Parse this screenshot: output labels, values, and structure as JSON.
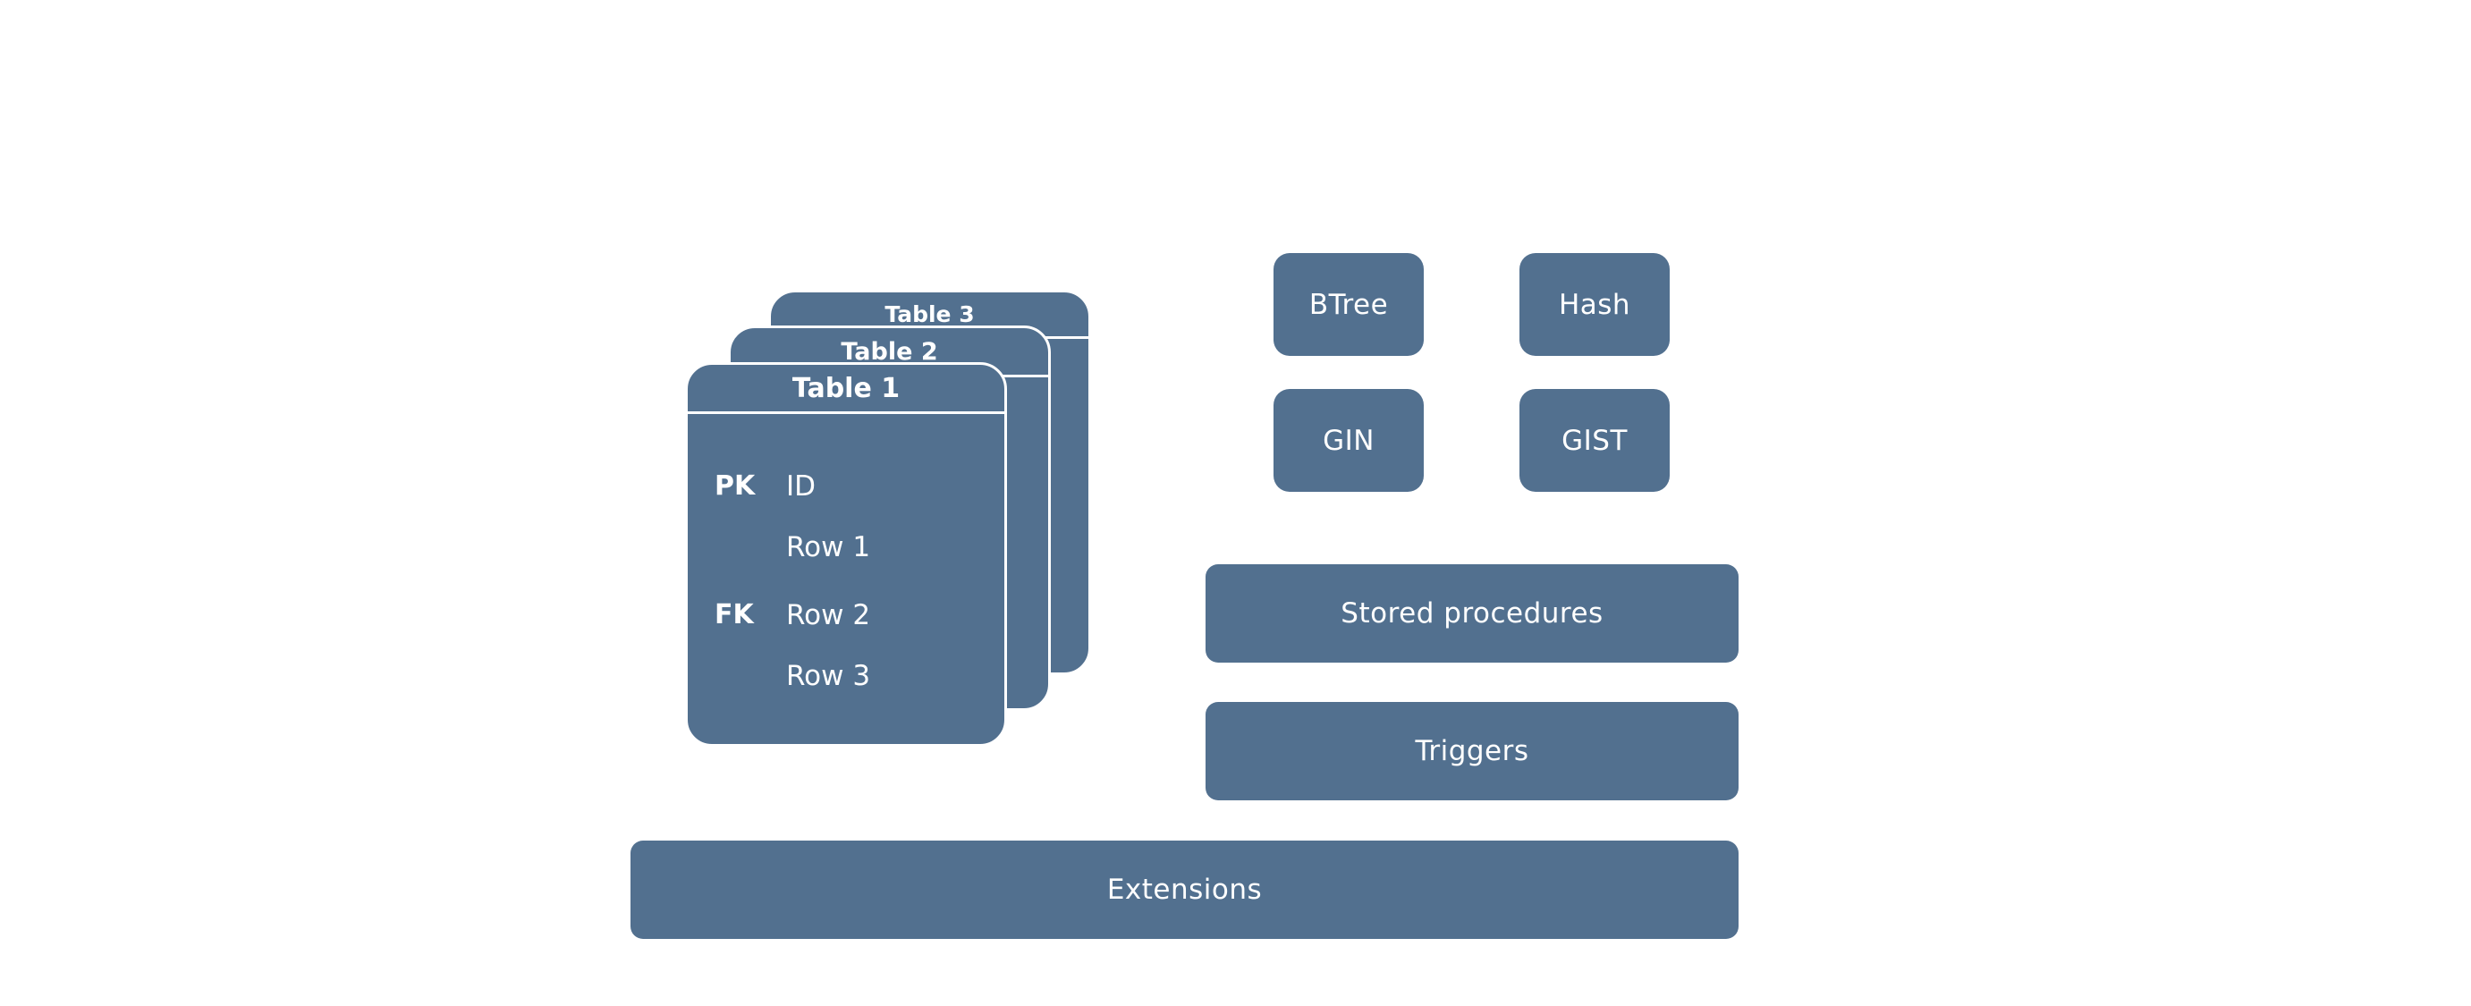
{
  "tables": [
    {
      "title": "Table 3"
    },
    {
      "title": "Table 2"
    },
    {
      "title": "Table 1",
      "rows": [
        {
          "key": "PK",
          "label": "ID"
        },
        {
          "key": "",
          "label": "Row 1"
        },
        {
          "key": "FK",
          "label": "Row 2"
        },
        {
          "key": "",
          "label": "Row 3"
        }
      ]
    }
  ],
  "indexes": [
    "BTree",
    "Hash",
    "GIN",
    "GIST"
  ],
  "stored_procedures": "Stored procedures",
  "triggers": "Triggers",
  "extensions": "Extensions",
  "colors": {
    "box_fill": "#52708f",
    "text": "#ffffff",
    "background": "#ffffff"
  }
}
